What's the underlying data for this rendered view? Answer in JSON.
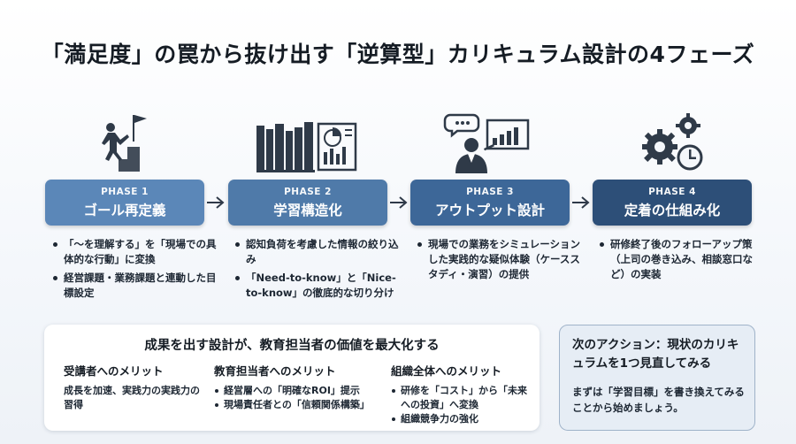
{
  "title": "「満足度」の罠から抜け出す「逆算型」カリキュラム設計の4フェーズ",
  "colors": {
    "phase1": "#5b87b8",
    "phase2": "#4f7aa9",
    "phase3": "#3d6798",
    "phase4": "#2d4f78",
    "icon": "#2f3a48"
  },
  "phases": [
    {
      "number": "PHASE 1",
      "name": "ゴール再定義",
      "icon": "climber-flag-icon",
      "bullets": [
        "「〜を理解する」を「現場での具体的な行動」に変換",
        "経営課題・業務課題と連動した目標設定"
      ]
    },
    {
      "number": "PHASE 2",
      "name": "学習構造化",
      "icon": "books-chart-icon",
      "bullets": [
        "認知負荷を考慮した情報の絞り込み",
        "「Need-to-know」と「Nice-to-know」の徹底的な切り分け"
      ]
    },
    {
      "number": "PHASE 3",
      "name": "アウトプット設計",
      "icon": "presenter-board-icon",
      "bullets": [
        "現場での業務をシミュレーションした実践的な疑似体験（ケーススタディ・演習）の提供"
      ]
    },
    {
      "number": "PHASE 4",
      "name": "定着の仕組み化",
      "icon": "gears-clock-icon",
      "bullets": [
        "研修終了後のフォローアップ策（上司の巻き込み、相談窓口など）の実装"
      ]
    }
  ],
  "value": {
    "title": "成果を出す設計が、教育担当者の価値を最大化する",
    "columns": [
      {
        "title": "受講者へのメリット",
        "text": "成長を加速、実践力の実践力の習得"
      },
      {
        "title": "教育担当者へのメリット",
        "items": [
          "経営層への「明確なROI」提示",
          "現場責任者との「信頼関係構築」"
        ]
      },
      {
        "title": "組織全体へのメリット",
        "items": [
          "研修を「コスト」から「未来への投資」へ変換",
          "組織競争力の強化"
        ]
      }
    ]
  },
  "action": {
    "title": "次のアクション：現状のカリキュラムを1つ見直してみる",
    "text": "まずは「学習目標」を書き換えてみることから始めましょう。"
  }
}
